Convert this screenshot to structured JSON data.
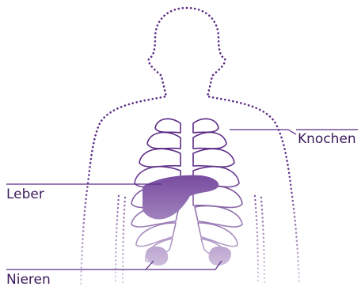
{
  "labels": {
    "bones": "Knochen",
    "liver": "Leber",
    "kidneys": "Nieren"
  },
  "colors": {
    "outline": "#5b2a86",
    "organ_fill": "#6a3a96",
    "label_text": "#3d1a5c",
    "leader_line": "#5b2a86"
  }
}
